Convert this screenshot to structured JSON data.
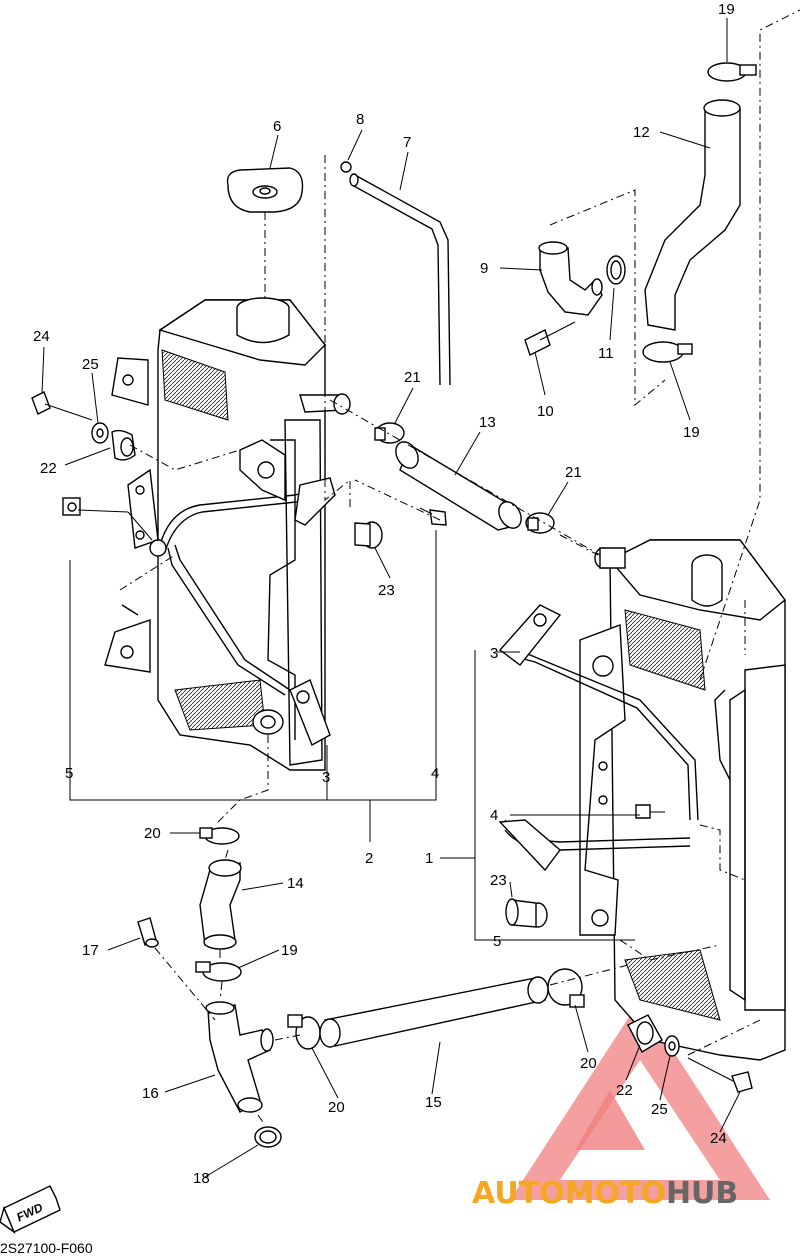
{
  "callouts": {
    "c1": "1",
    "c2": "2",
    "c3a": "3",
    "c3b": "3",
    "c4a": "4",
    "c4b": "4",
    "c5a": "5",
    "c5b": "5",
    "c6": "6",
    "c7": "7",
    "c8": "8",
    "c9": "9",
    "c10": "10",
    "c11": "11",
    "c12": "12",
    "c13": "13",
    "c14": "14",
    "c15": "15",
    "c16": "16",
    "c17": "17",
    "c18": "18",
    "c19a": "19",
    "c19b": "19",
    "c19c": "19",
    "c20a": "20",
    "c20b": "20",
    "c20c": "20",
    "c21a": "21",
    "c21b": "21",
    "c22a": "22",
    "c22b": "22",
    "c23a": "23",
    "c23b": "23",
    "c24a": "24",
    "c24b": "24",
    "c25a": "25",
    "c25b": "25"
  },
  "fwd_label": "FWD",
  "diagram_code": "2S27100-F060",
  "watermark": {
    "part1": "AUTO",
    "part2": "MOTO",
    "part3": "HUB",
    "color_primary": "#f5a623",
    "color_secondary": "#f08080",
    "color_dark": "#555555"
  }
}
